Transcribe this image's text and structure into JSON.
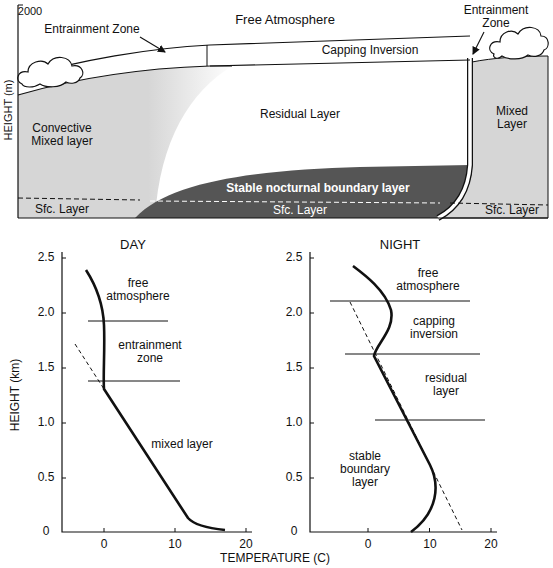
{
  "diagram": {
    "labels": [
      "2000",
      "Free Atmosphere",
      "Entrainment Zone",
      "Entrainment Zone",
      "Capping Inversion",
      "Convective Mixed layer",
      "Residual Layer",
      "Mixed Layer",
      "Stable nocturnal boundary layer",
      "Sfc. Layer",
      "Sfc. Layer",
      "Sfc. Layer",
      "HEIGHT (m)",
      "DAY",
      "NIGHT",
      "2.5",
      "2.0",
      "1.5",
      "1.0",
      "0.5",
      "0",
      "0",
      "10",
      "20",
      "free atmosphere",
      "entrainment zone",
      "mixed layer",
      "2.5",
      "2.0",
      "1.5",
      "1.0",
      "0.5",
      "0",
      "0",
      "10",
      "20",
      "free atmosphere",
      "capping inversion",
      "residual layer",
      "stable boundary layer",
      "TEMPERATURE (C)",
      "HEIGHT (km)"
    ]
  }
}
